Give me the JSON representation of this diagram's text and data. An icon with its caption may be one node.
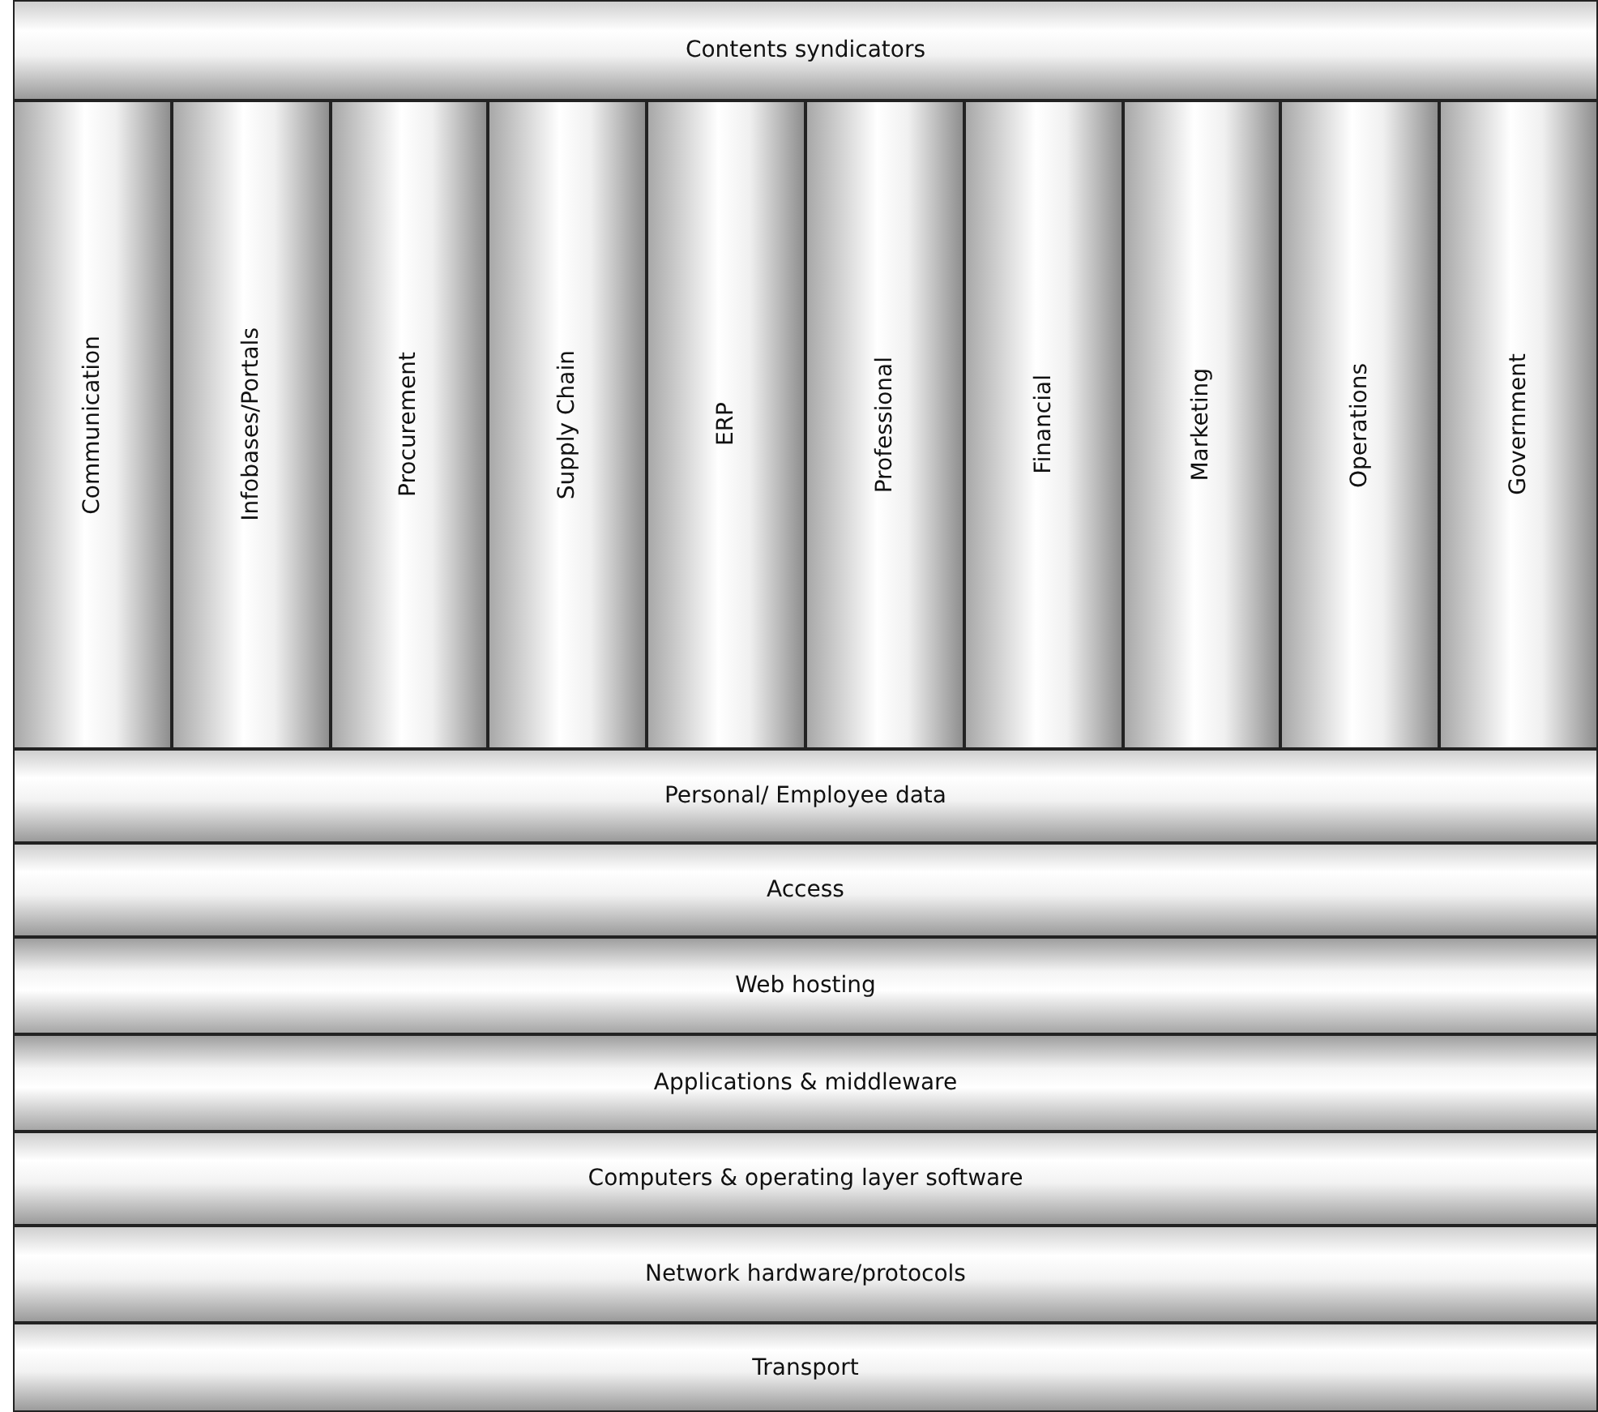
{
  "diagram": {
    "nodes": [
      {
        "text": [
          "Contents syndicators"
        ]
      },
      {
        "text": [
          "Communication"
        ]
      },
      {
        "text": [
          "Infobases/Portals"
        ]
      },
      {
        "text": [
          "Procurement"
        ]
      },
      {
        "text": [
          "Supply Chain"
        ]
      },
      {
        "text": [
          "ERP"
        ]
      },
      {
        "text": [
          "Professional"
        ]
      },
      {
        "text": [
          "Financial"
        ]
      },
      {
        "text": [
          "Marketing"
        ]
      },
      {
        "text": [
          "Operations"
        ]
      },
      {
        "text": [
          "Government"
        ]
      },
      {
        "text": [
          "Personal/ Employee data"
        ]
      },
      {
        "text": [
          "Access"
        ]
      },
      {
        "text": [
          "Web hosting"
        ]
      },
      {
        "text": [
          "Applications & middleware"
        ]
      },
      {
        "text": [
          "Computers & operating layer software"
        ]
      },
      {
        "text": [
          "Network hardware/protocols"
        ]
      },
      {
        "text": [
          "Transport"
        ]
      }
    ]
  }
}
